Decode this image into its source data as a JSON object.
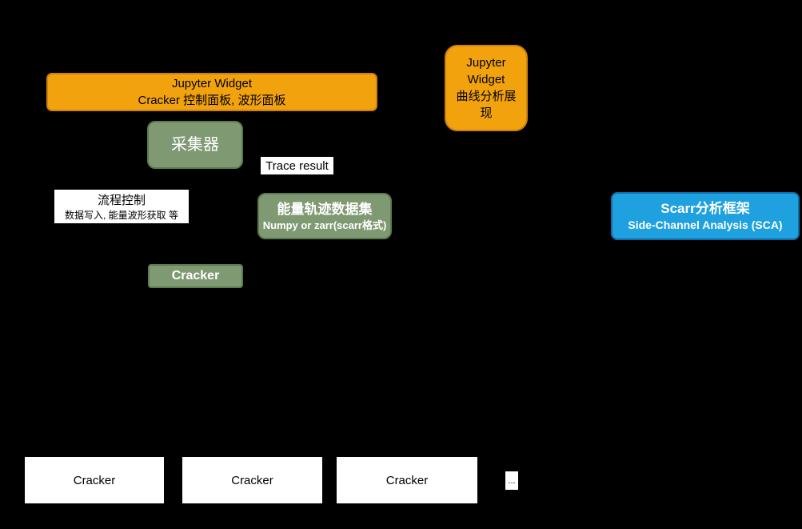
{
  "colors": {
    "background": "#000000",
    "orange-fill": "#F2A20D",
    "orange-border": "#CE810B",
    "green-fill": "#7F9A73",
    "green-border": "#5C7A4D",
    "blue-fill": "#1FA0DF",
    "blue-border": "#0C6EAD",
    "chip-bg": "#FFFFFF",
    "text-dark": "#000000",
    "text-light": "#FFFFFF"
  },
  "nodes": {
    "jupyter_panel": {
      "text": "Jupyter Widget\nCracker 控制面板, 波形面板"
    },
    "jupyter_curve": {
      "text": "Jupyter\nWidget\n曲线分析展\n现"
    },
    "collector": {
      "label": "采集器"
    },
    "trace_result": {
      "label": "Trace result"
    },
    "flow_control": {
      "title": "流程控制",
      "subtitle": "数据写入, 能量波形获取 等"
    },
    "trace_dataset": {
      "title": "能量轨迹数据集",
      "subtitle": "Numpy or zarr(scarr格式)"
    },
    "scarr": {
      "title": "Scarr分析框架",
      "subtitle": "Side-Channel Analysis (SCA)"
    },
    "cracker_core": {
      "label": "Cracker"
    },
    "cracker_workers": [
      "Cracker",
      "Cracker",
      "Cracker"
    ],
    "ellipsis": "..."
  }
}
